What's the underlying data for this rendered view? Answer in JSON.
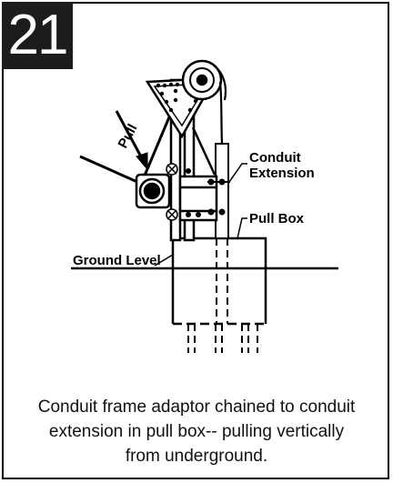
{
  "step_number": "21",
  "labels": {
    "pull": "Pull",
    "conduit_extension_line1": "Conduit",
    "conduit_extension_line2": "Extension",
    "pull_box": "Pull Box",
    "ground_level": "Ground Level"
  },
  "caption": {
    "line1": "Conduit frame adaptor chained to conduit",
    "line2": "extension in pull box-- pulling vertically",
    "line3": "from underground."
  }
}
